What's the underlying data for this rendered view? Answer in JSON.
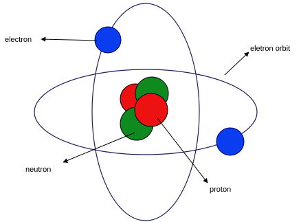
{
  "labels": {
    "electron": "electron",
    "orbit": "eletron orbit",
    "neutron": "neutron",
    "proton": "proton"
  },
  "colors": {
    "orbit": "#1f1f5e",
    "electron": "#0a3df0",
    "electron_edge": "#000066",
    "proton": "#ee1111",
    "neutron": "#0f8a1f",
    "particle_edge": "#000000",
    "arrow": "#000000"
  }
}
